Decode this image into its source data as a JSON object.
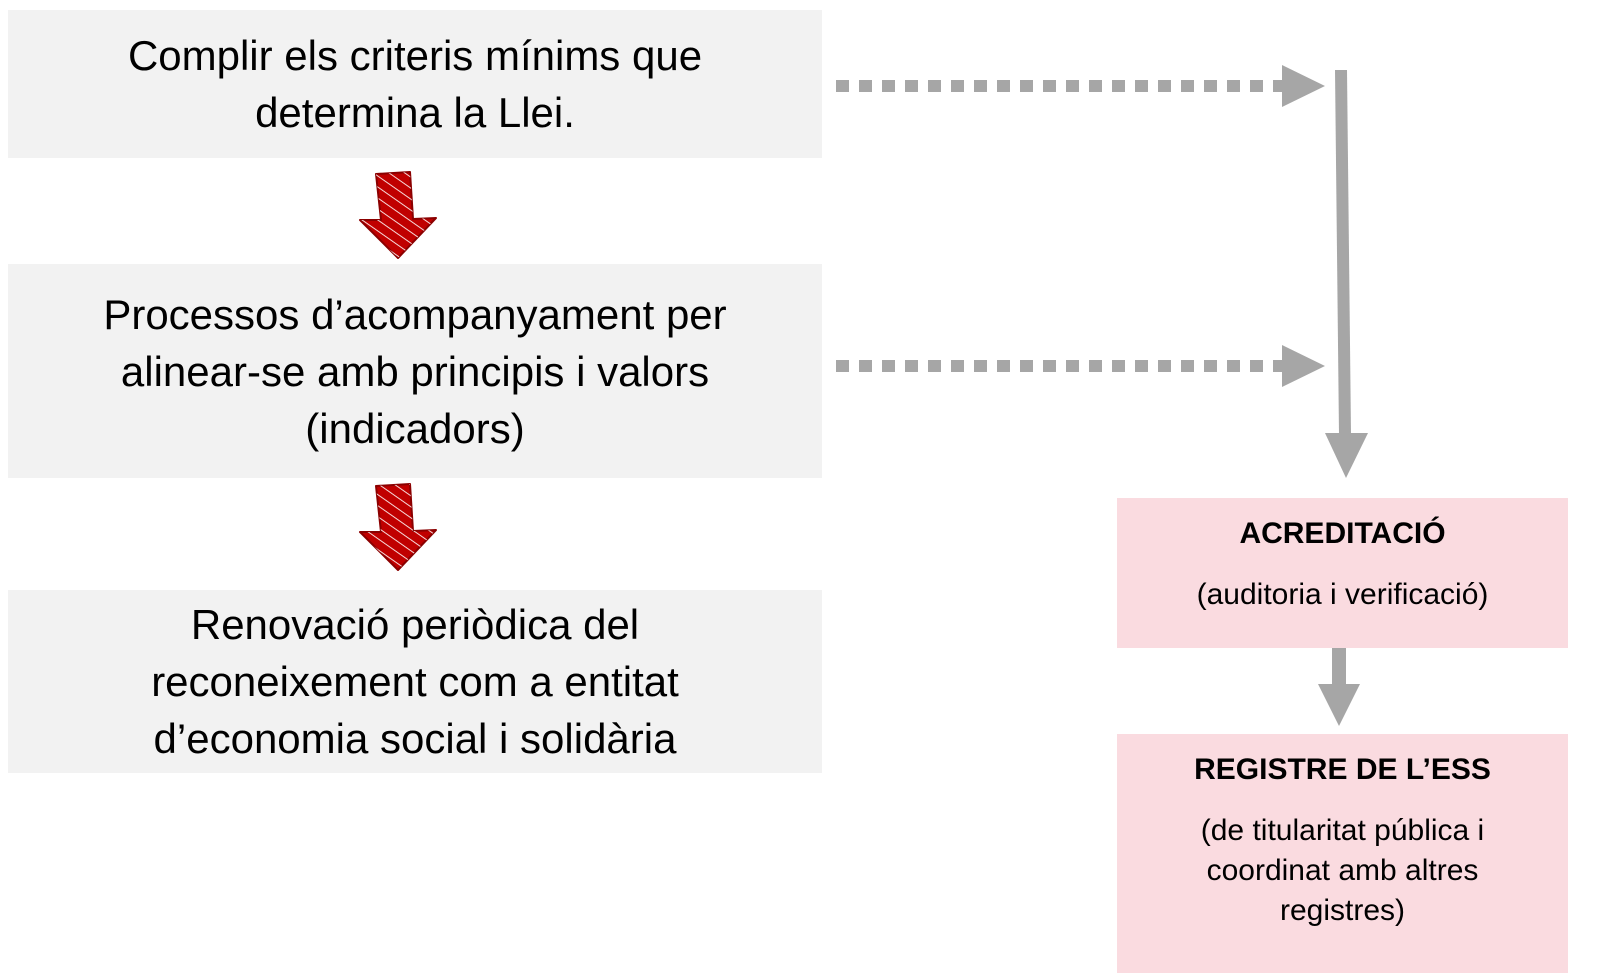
{
  "steps": [
    {
      "lines": [
        "Complir els criteris mínims que",
        "determina la Llei."
      ]
    },
    {
      "lines": [
        "Processos d’acompanyament per",
        "alinear-se amb principis i valors",
        "(indicadors)"
      ]
    },
    {
      "lines": [
        "Renovació periòdica del",
        "reconeixement com a entitat",
        "d’economia social i solidària"
      ]
    }
  ],
  "outcomes": {
    "accreditation": {
      "title": "ACREDITACIÓ",
      "lines": [
        "(auditoria i verificació)"
      ]
    },
    "registry": {
      "title": "REGISTRE DE L’ESS",
      "lines": [
        "(de titularitat pública i",
        "coordinat amb altres",
        "registres)"
      ]
    }
  },
  "colors": {
    "step_box": "#f2f2f2",
    "outcome_box": "#fadbe0",
    "connector_gray": "#a6a6a6",
    "step_arrow_red": "#c00000"
  }
}
